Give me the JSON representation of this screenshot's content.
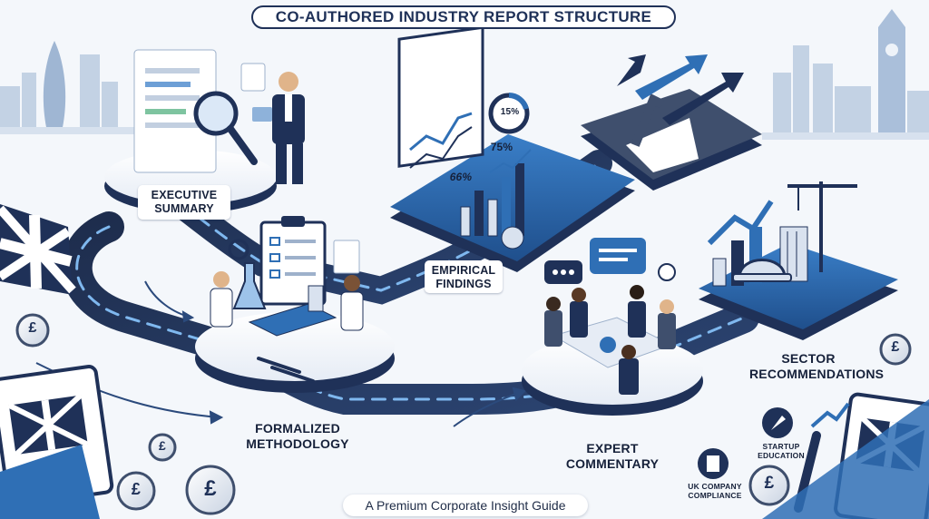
{
  "title": "CO-AUTHORED INDUSTRY REPORT STRUCTURE",
  "footer": "A Premium Corporate Insight Guide",
  "steps": {
    "executive_summary": "EXECUTIVE\nSUMMARY",
    "formalized_methodology": "FORMALIZED\nMETHODOLOGY",
    "empirical_findings": "EMPIRICAL\nFINDINGS",
    "expert_commentary": "EXPERT\nCOMMENTARY",
    "sector_recommendations": "SECTOR\nRECOMMENDATIONS"
  },
  "badges": {
    "startup_education": "STARTUP\nEDUCATION",
    "uk_company_compliance": "UK COMPANY\nCOMPLIANCE"
  },
  "stats": {
    "donut_percent": "15%",
    "chart_percent_a": "75%",
    "chart_percent_b": "66%"
  },
  "currency_symbol": "£",
  "colors": {
    "navy": "#1f3158",
    "blue": "#2f6fb5",
    "light_blue": "#9dc3ea",
    "slate": "#3f4f6d",
    "background": "#f4f7fb"
  }
}
